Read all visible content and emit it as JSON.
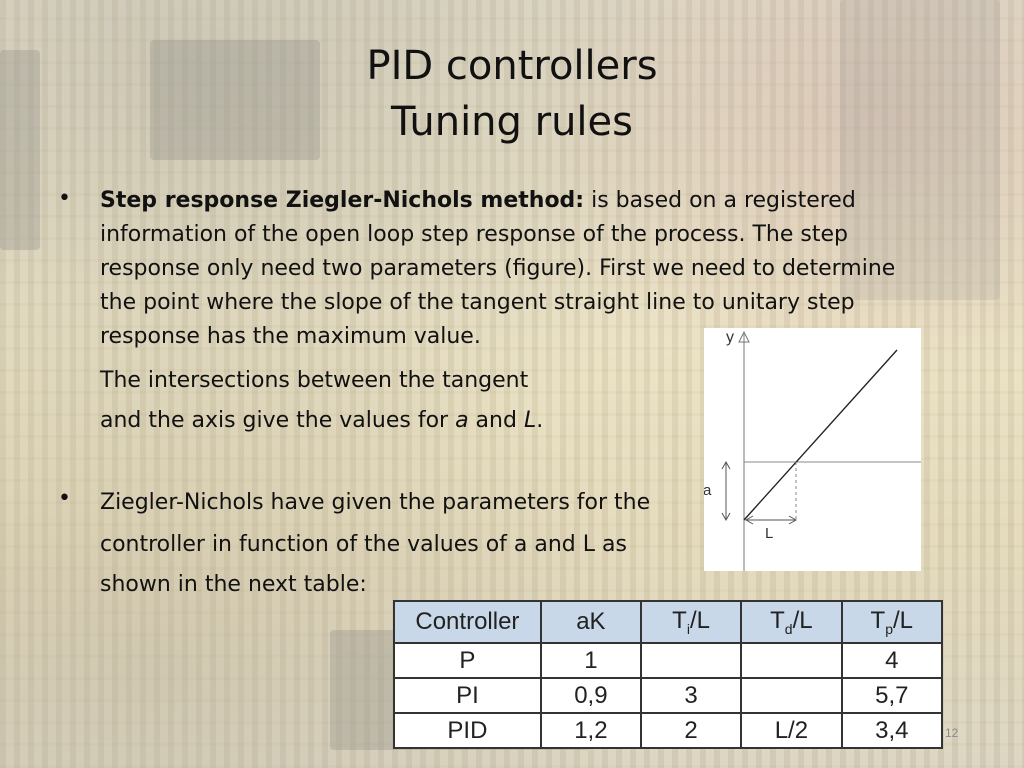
{
  "title": {
    "line1": "PID controllers",
    "line2": "Tuning rules"
  },
  "bullet1": {
    "bold": "Step response Ziegler-Nichols method:",
    "line1": " is based on a registered",
    "line2": "information of the open loop step response of the process. The step",
    "line3": "response only need two parameters (figure). First we need to determine",
    "line4": "the point where the slope of the tangent straight line to unitary step",
    "line5": "response has the maximum value.",
    "line6": "The intersections between the tangent",
    "line7a": "and the axis give the values for ",
    "line7b": "a",
    "line7c": " and ",
    "line7d": "L",
    "line7e": "."
  },
  "bullet2": {
    "line1": "Ziegler-Nichols have given the parameters for the",
    "line2": "controller in function of the values of a and L as",
    "line3": "shown in the next table:"
  },
  "bullet_symbol": "•",
  "figure": {
    "y_label": "y",
    "a_label": "a",
    "L_label": "L"
  },
  "table": {
    "headers": {
      "controller": "Controller",
      "ak": "aK",
      "ti_main": "T",
      "ti_sub": "i",
      "ti_tail": "/L",
      "td_main": "T",
      "td_sub": "d",
      "td_tail": "/L",
      "tp_main": "T",
      "tp_sub": "p",
      "tp_tail": "/L"
    },
    "rows": [
      [
        "P",
        "1",
        "",
        "",
        "4"
      ],
      [
        "PI",
        "0,9",
        "3",
        "",
        "5,7"
      ],
      [
        "PID",
        "1,2",
        "2",
        "L/2",
        "3,4"
      ]
    ]
  },
  "slide_number": "12",
  "colors": {
    "header_bg": "#c8d8e8"
  }
}
